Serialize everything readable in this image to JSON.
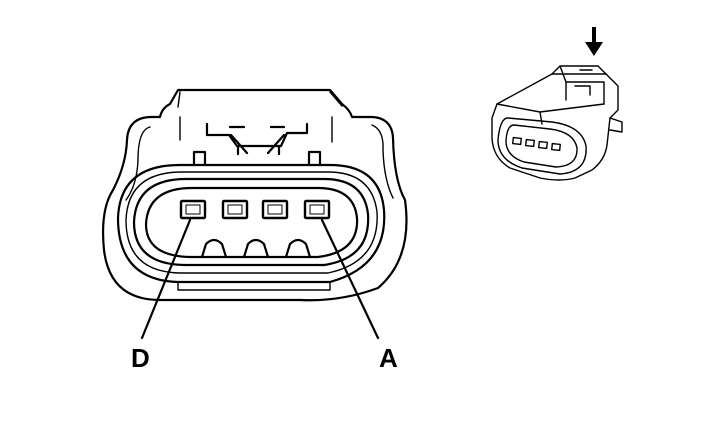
{
  "labels": {
    "left": "D",
    "right": "A"
  },
  "pin_count": 4,
  "colors": {
    "line": "#000000",
    "background": "#ffffff"
  },
  "icons": {
    "indicator": "arrow-down-icon"
  }
}
